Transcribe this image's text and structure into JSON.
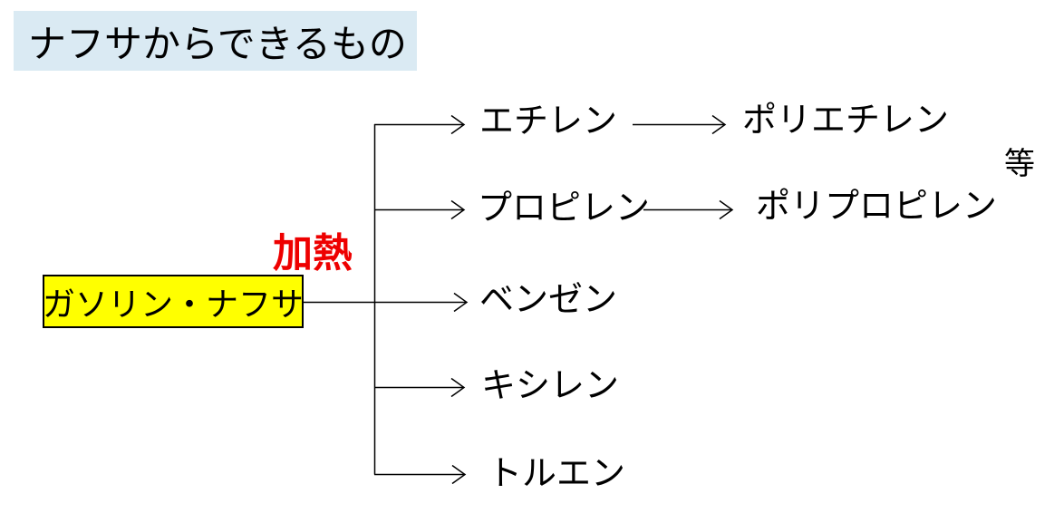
{
  "title": "ナフサからできるもの",
  "source_box": {
    "label": "ガソリン・ナフサ"
  },
  "process": {
    "label": "加熱"
  },
  "products": [
    {
      "label": "エチレン",
      "polymer": "ポリエチレン"
    },
    {
      "label": "プロピレン",
      "polymer": "ポリプロピレン"
    },
    {
      "label": "ベンゼン",
      "polymer": ""
    },
    {
      "label": "キシレン",
      "polymer": ""
    },
    {
      "label": "トルエン",
      "polymer": ""
    }
  ],
  "etc_label": "等",
  "colors": {
    "background": "#ffffff",
    "title_bg": "#daeaf3",
    "source_bg": "#ffff00",
    "source_border": "#000000",
    "process_text": "#ee0000",
    "line": "#000000",
    "text": "#000000"
  }
}
